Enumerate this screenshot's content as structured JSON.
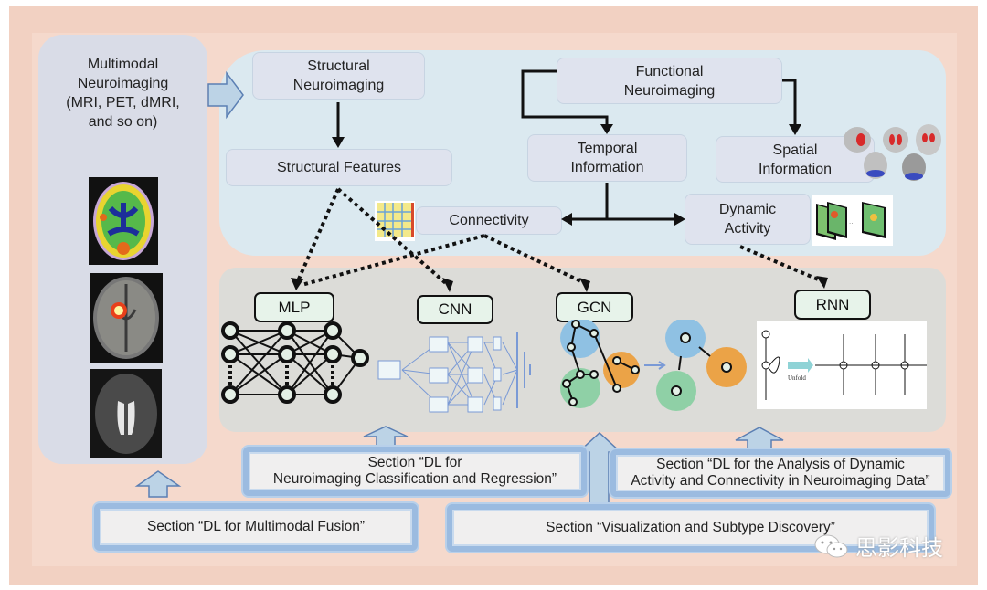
{
  "left": {
    "title": "Multimodal\nNeuroimaging\n(MRI, PET, dMRI,\nand so on)",
    "images": [
      "pet-scan-image",
      "fmri-activation-image",
      "t2-mri-image"
    ]
  },
  "top": {
    "structural_neuroimaging": "Structural\nNeuroimaging",
    "structural_features": "Structural Features",
    "functional_neuroimaging": "Functional\nNeuroimaging",
    "temporal_information": "Temporal\nInformation",
    "spatial_information": "Spatial\nInformation",
    "connectivity": "Connectivity",
    "dynamic_activity": "Dynamic\nActivity"
  },
  "models": {
    "mlp": "MLP",
    "cnn": "CNN",
    "gcn": "GCN",
    "rnn": "RNN",
    "rnn_unfold_label": "Unfold"
  },
  "sections": {
    "classification": "Section “DL for\nNeuroimaging Classification and Regression”",
    "dynamic": "Section “DL for the Analysis of Dynamic\nActivity and Connectivity in Neuroimaging Data”",
    "fusion": "Section “DL for Multimodal Fusion”",
    "visualization": "Section “Visualization and Subtype Discovery”"
  },
  "watermark": {
    "icon": "wechat-icon",
    "text": "思影科技"
  }
}
